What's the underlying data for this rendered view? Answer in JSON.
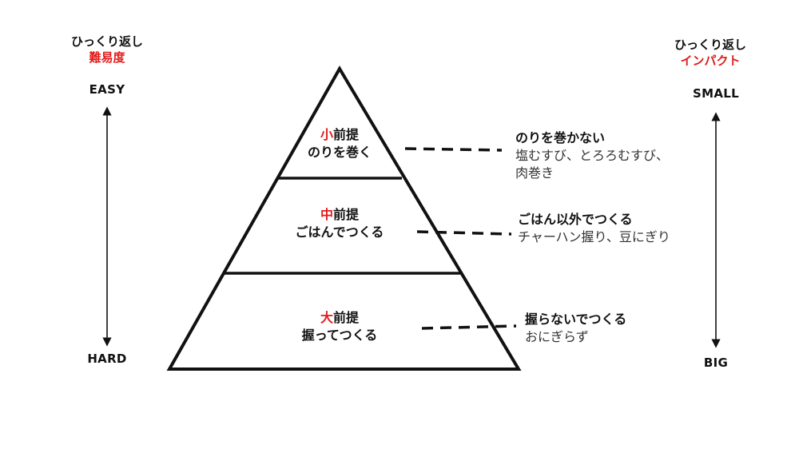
{
  "colors": {
    "accent": "#e31b1b",
    "ink": "#111111"
  },
  "left_axis": {
    "heading": "ひっくり返し",
    "subheading": "難易度",
    "top_label": "EASY",
    "bottom_label": "HARD"
  },
  "right_axis": {
    "heading": "ひっくり返し",
    "subheading": "インパクト",
    "top_label": "SMALL",
    "bottom_label": "BIG"
  },
  "tiers": [
    {
      "level": "小",
      "suffix": "前提",
      "label": "のりを巻く"
    },
    {
      "level": "中",
      "suffix": "前提",
      "label": "ごはんでつくる"
    },
    {
      "level": "大",
      "suffix": "前提",
      "label": "握ってつくる"
    }
  ],
  "notes": [
    {
      "title": "のりを巻かない",
      "lines": [
        "塩むすび、とろろむすび、",
        "肉巻き"
      ]
    },
    {
      "title": "ごはん以外でつくる",
      "lines": [
        "チャーハン握り、豆にぎり"
      ]
    },
    {
      "title": "握らないでつくる",
      "lines": [
        "おにぎらず"
      ]
    }
  ]
}
